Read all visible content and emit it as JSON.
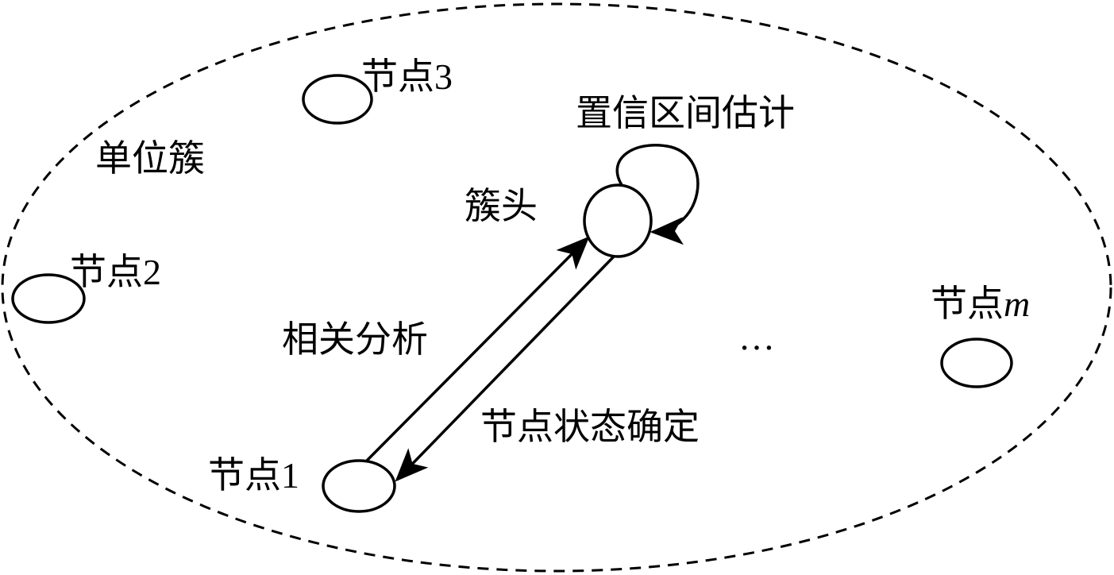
{
  "cluster_label": "单位簇",
  "cluster_head_label": "簇头",
  "self_loop_label": "置信区间估计",
  "uplink_label": "相关分析",
  "downlink_label": "节点状态确定",
  "ellipsis": "…",
  "nodes": [
    {
      "prefix": "节点",
      "suffix": "1"
    },
    {
      "prefix": "节点",
      "suffix": "2"
    },
    {
      "prefix": "节点",
      "suffix": "3"
    },
    {
      "prefix": "节点",
      "suffix": "m"
    }
  ]
}
